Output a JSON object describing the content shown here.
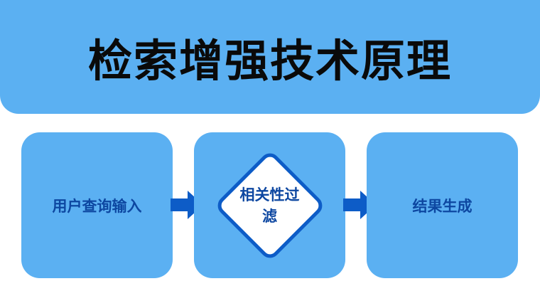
{
  "title": "检索增强技术原理",
  "steps": {
    "input_label": "用户查询输入",
    "filter_label": "相关性过滤",
    "output_label": "结果生成"
  },
  "colors": {
    "box_fill": "#5bb0f2",
    "accent": "#0d5cc7",
    "text_dark": "#0a0a0a",
    "step_text": "#0d47a1"
  },
  "icons": {
    "arrow_1": "right-arrow-icon",
    "arrow_2": "right-arrow-icon"
  }
}
